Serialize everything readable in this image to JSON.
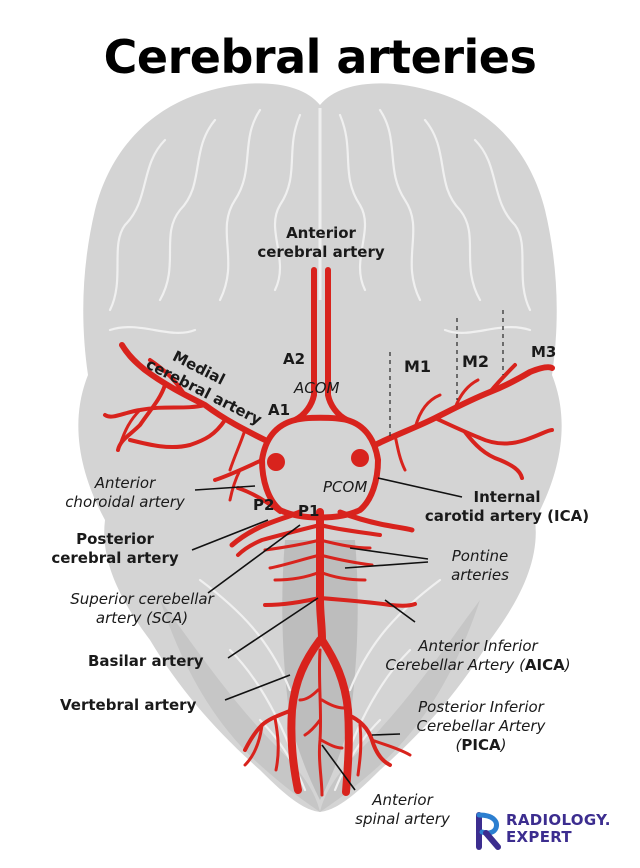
{
  "title": "Cerebral arteries",
  "labels": {
    "anterior_cerebral": [
      "Anterior",
      "cerebral artery"
    ],
    "medial_cerebral": [
      "Medial",
      "cerebral artery"
    ],
    "a2": "A2",
    "a1": "A1",
    "acom": "ACOM",
    "m1": "M1",
    "m2": "M2",
    "m3": "M3",
    "anterior_choroidal": [
      "Anterior",
      "choroidal artery"
    ],
    "pcom": "PCOM",
    "internal_carotid": [
      "Internal",
      "carotid artery (ICA)"
    ],
    "p2": "P2",
    "p1": "P1",
    "posterior_cerebral": [
      "Posterior",
      "cerebral artery"
    ],
    "pontine": [
      "Pontine",
      "arteries"
    ],
    "superior_cerebellar": [
      "Superior cerebellar",
      "artery (SCA)"
    ],
    "basilar": "Basilar artery",
    "aica_line1": "Anterior Inferior",
    "aica_line2_pre": "Cerebellar Artery (",
    "aica_abbr": "AICA",
    "aica_line2_post": ")",
    "vertebral": "Vertebral artery",
    "pica_line1": "Posterior Inferior",
    "pica_line2": "Cerebellar Artery",
    "pica_line3_pre": "(",
    "pica_abbr": "PICA",
    "pica_line3_post": ")",
    "anterior_spinal": [
      "Anterior",
      "spinal artery"
    ]
  },
  "logo": {
    "line1": "RADIOLOGY.",
    "line2": "EXPERT",
    "color_primary": "#3c2d8f",
    "color_accent": "#2c7fd0"
  },
  "colors": {
    "artery": "#d8231d",
    "brain": "#d3d3d3",
    "brain_dark": "#c4c4c4",
    "sulci": "#f2f2f2"
  }
}
